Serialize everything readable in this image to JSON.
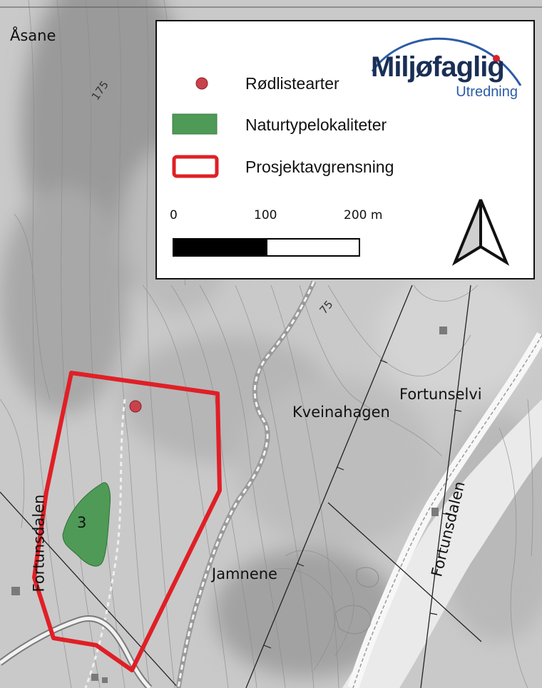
{
  "map": {
    "place_labels": {
      "asane": "Åsane",
      "kveinahagen": "Kveinahagen",
      "fortunselvi": "Fortunselvi",
      "jamnene": "Jamnene",
      "fortunsdalen_right": "Fortunsdalen",
      "fortunsdalen_left": "Fortunsdalen"
    },
    "contour_labels": {
      "c175": "175",
      "c75": "75"
    },
    "nature_site_number": "3"
  },
  "legend": {
    "items": [
      {
        "label": "Rødlistearter",
        "symbol": "red-circle"
      },
      {
        "label": "Naturtypelokaliteter",
        "symbol": "green-rect"
      },
      {
        "label": "Prosjektavgrensning",
        "symbol": "red-outline-rect"
      }
    ],
    "scale": {
      "ticks": [
        "0",
        "100",
        "200 m"
      ]
    },
    "north_arrow_icon": "north-arrow-icon"
  },
  "logo": {
    "main": "Miljøfaglig",
    "sub": "Utredning"
  },
  "colors": {
    "project_boundary": "#e01f26",
    "nature_type": "#4e9a56",
    "red_list_point": "#c9424b",
    "logo_navy": "#1a2f55",
    "logo_blue": "#2a5ca8"
  }
}
